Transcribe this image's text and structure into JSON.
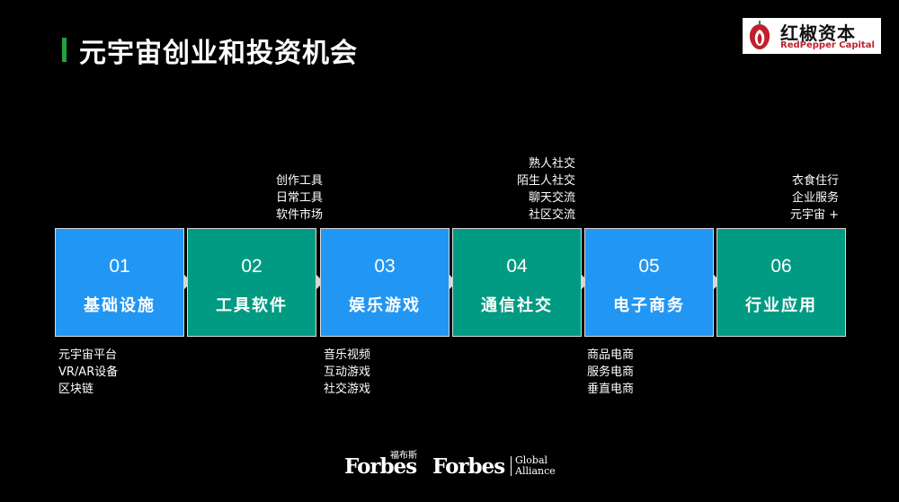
{
  "slide": {
    "title": "元宇宙创业和投资机会"
  },
  "logo": {
    "cn": "红椒资本",
    "en": "RedPepper Capital",
    "accent": "#c0202c"
  },
  "colors": {
    "blue": "#2296f3",
    "teal": "#009b82",
    "title_bar": "#1fa33c"
  },
  "steps": [
    {
      "num": "01",
      "label": "基础设施",
      "color": "blue"
    },
    {
      "num": "02",
      "label": "工具软件",
      "color": "teal"
    },
    {
      "num": "03",
      "label": "娱乐游戏",
      "color": "blue"
    },
    {
      "num": "04",
      "label": "通信社交",
      "color": "teal"
    },
    {
      "num": "05",
      "label": "电子商务",
      "color": "blue"
    },
    {
      "num": "06",
      "label": "行业应用",
      "color": "teal"
    }
  ],
  "lists": {
    "infra": [
      "元宇宙平台",
      "VR/AR设备",
      "区块链"
    ],
    "tools": [
      "创作工具",
      "日常工具",
      "软件市场"
    ],
    "games": [
      "音乐视频",
      "互动游戏",
      "社交游戏"
    ],
    "social": [
      "熟人社交",
      "陌生人社交",
      "聊天交流",
      "社区交流"
    ],
    "ecommerce": [
      "商品电商",
      "服务电商",
      "垂直电商"
    ],
    "industry": [
      "衣食住行",
      "企业服务",
      "元宇宙 +"
    ]
  },
  "footer": {
    "forbes_cn_label": "福布斯",
    "forbes1": "Forbes",
    "forbes2": "Forbes",
    "global": "Global",
    "alliance": "Alliance"
  }
}
